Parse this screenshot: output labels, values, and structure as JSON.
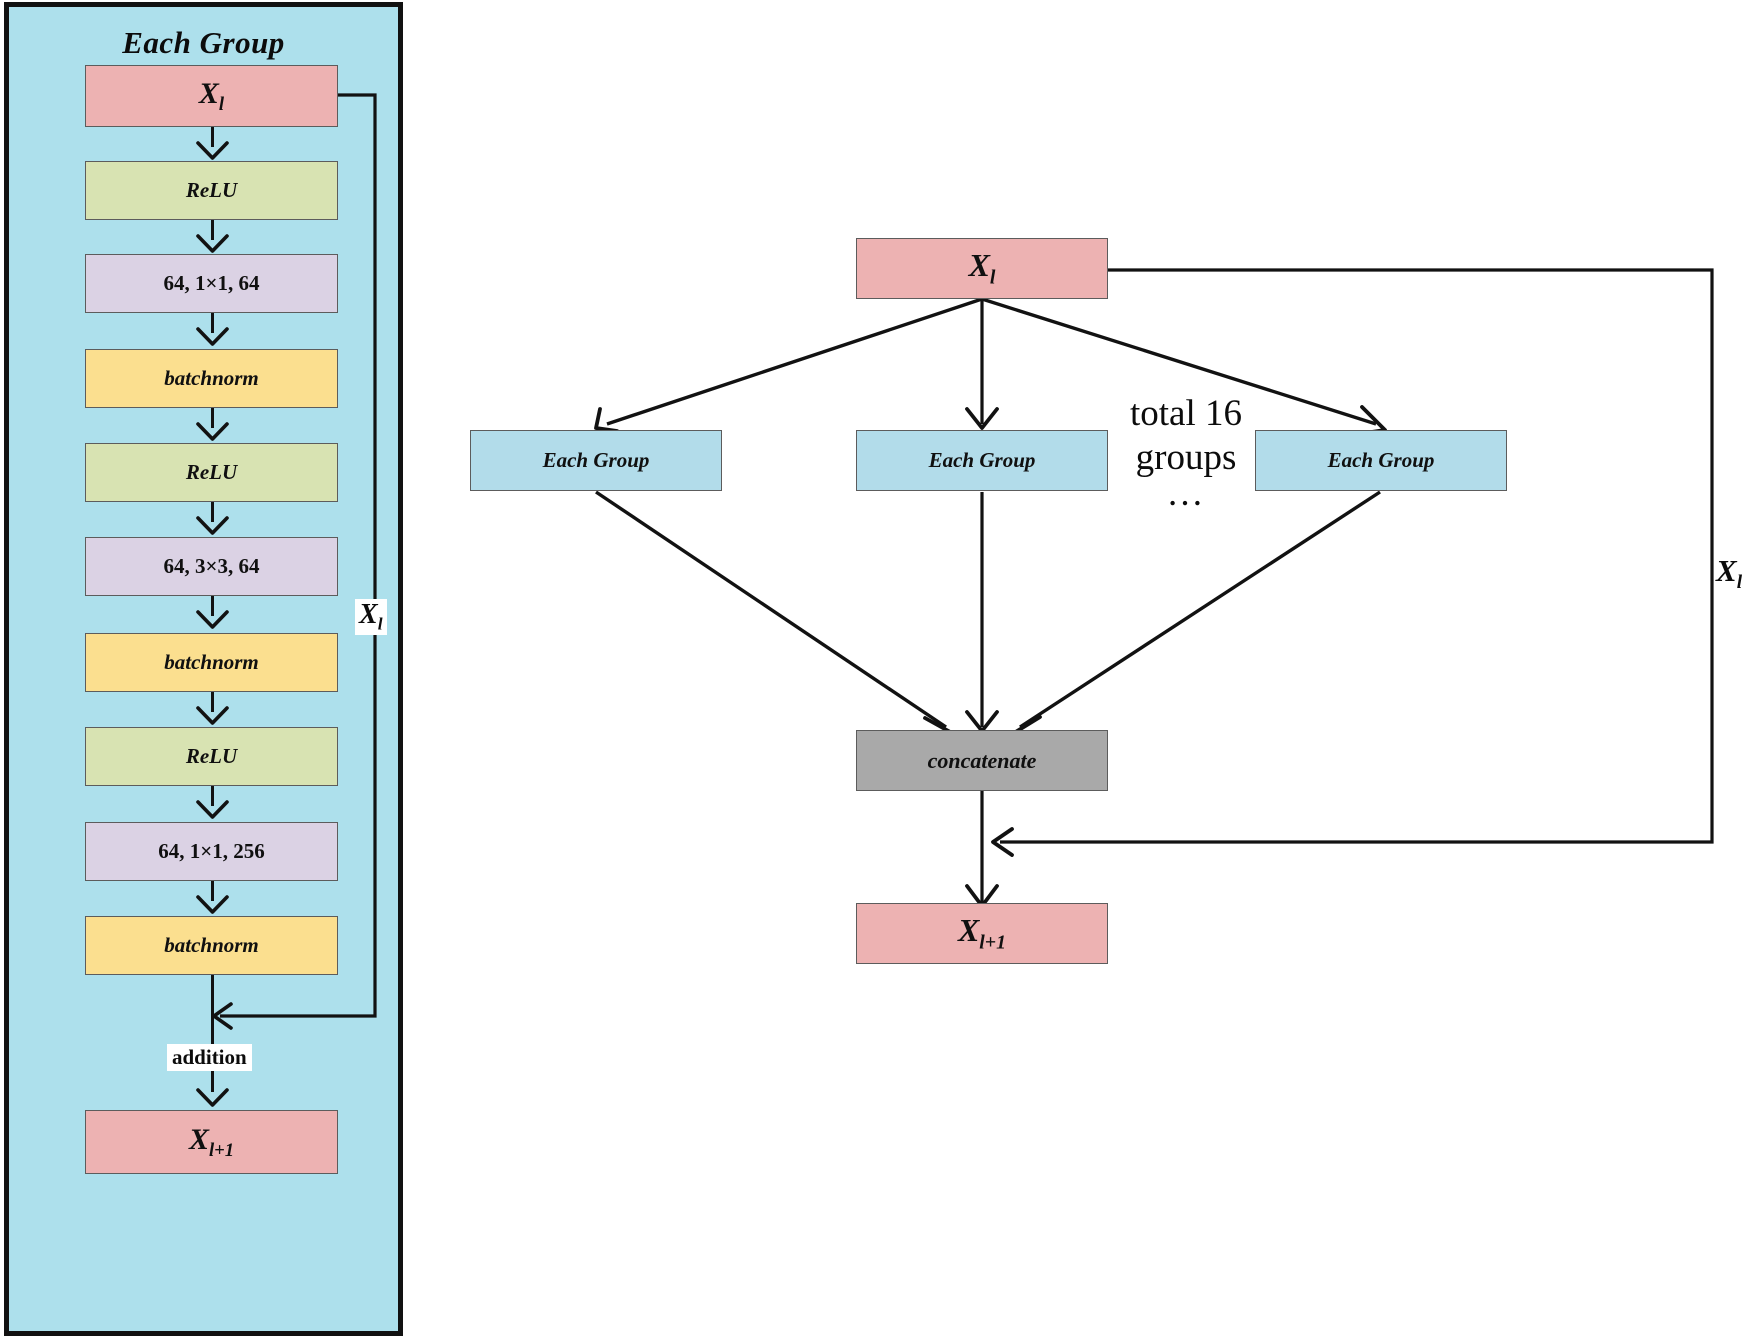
{
  "left_panel": {
    "title": "Each Group",
    "blocks": [
      {
        "label": "X",
        "sub": "l",
        "kind": "var",
        "color": "pink"
      },
      {
        "label": "ReLU",
        "sub": "",
        "kind": "italic",
        "color": "green"
      },
      {
        "label": "64, 1×1, 64",
        "sub": "",
        "kind": "plain",
        "color": "purple"
      },
      {
        "label": "batchnorm",
        "sub": "",
        "kind": "italic",
        "color": "yellow"
      },
      {
        "label": "ReLU",
        "sub": "",
        "kind": "italic",
        "color": "green"
      },
      {
        "label": "64, 3×3, 64",
        "sub": "",
        "kind": "plain",
        "color": "purple"
      },
      {
        "label": "batchnorm",
        "sub": "",
        "kind": "italic",
        "color": "yellow"
      },
      {
        "label": "ReLU",
        "sub": "",
        "kind": "italic",
        "color": "green"
      },
      {
        "label": "64, 1×1, 256",
        "sub": "",
        "kind": "plain",
        "color": "purple"
      },
      {
        "label": "batchnorm",
        "sub": "",
        "kind": "italic",
        "color": "yellow"
      },
      {
        "label": "X",
        "sub": "l+1",
        "kind": "var",
        "color": "pink"
      }
    ],
    "skip_label": "X",
    "skip_label_sub": "l",
    "addition_label": "addition"
  },
  "right_panel": {
    "input": {
      "label": "X",
      "sub": "l"
    },
    "groups": [
      {
        "label": "Each Group"
      },
      {
        "label": "Each Group"
      },
      {
        "label": "Each Group"
      }
    ],
    "total_note_line1": "total 16",
    "total_note_line2": "groups",
    "total_note_ellipsis": "…",
    "concatenate": "concatenate",
    "output": {
      "label": "X",
      "sub": "l+1"
    },
    "skip_label": "X",
    "skip_label_sub": "l"
  },
  "colors": {
    "panel_background": "#ade0ec",
    "panel_border": "#111111",
    "pink": "#edb2b2",
    "green": "#d8e3b2",
    "purple": "#dbd2e4",
    "yellow": "#fbdf8f",
    "blue": "#b2dcea",
    "gray": "#a9a9a9",
    "stroke": "#121212"
  }
}
